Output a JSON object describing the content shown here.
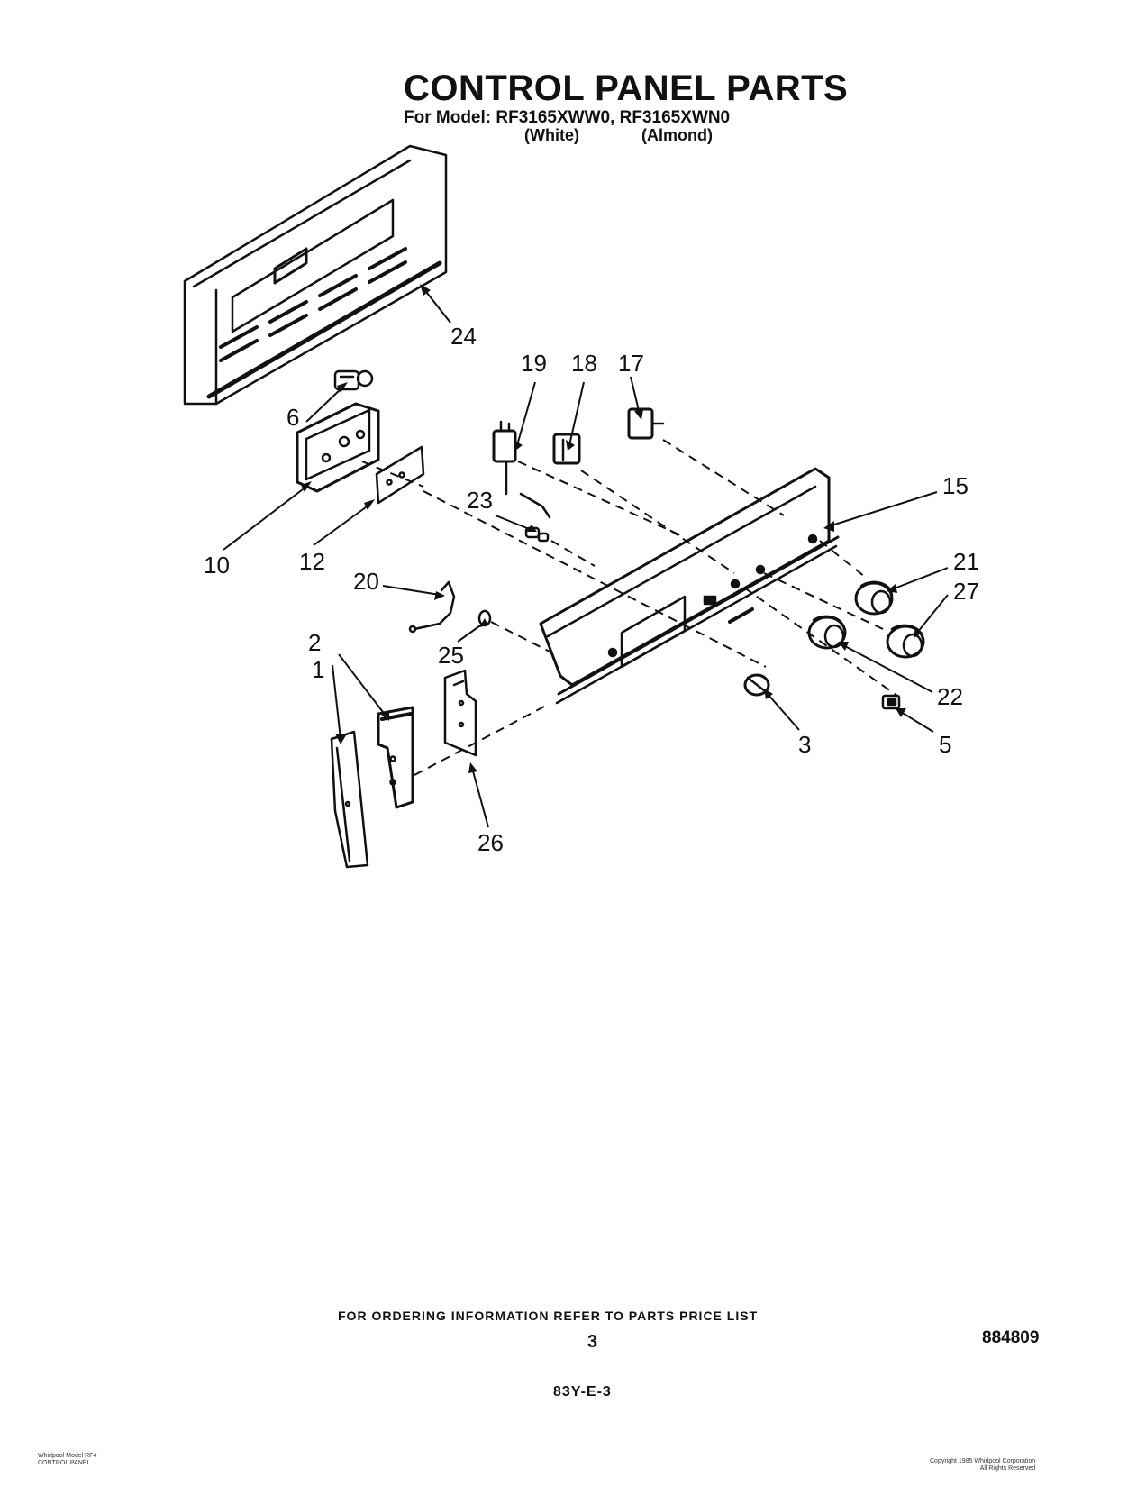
{
  "header": {
    "title": "CONTROL PANEL PARTS",
    "model_line": "For Model: RF3165XWW0, RF3165XWN0",
    "variant_white": "(White)",
    "variant_almond": "(Almond)"
  },
  "callouts": [
    "24",
    "6",
    "19",
    "18",
    "17",
    "10",
    "12",
    "23",
    "15",
    "20",
    "21",
    "27",
    "2",
    "1",
    "25",
    "22",
    "3",
    "5",
    "26"
  ],
  "footer": {
    "ordering_note": "FOR ORDERING INFORMATION REFER TO PARTS PRICE LIST",
    "page_number": "3",
    "doc_number": "884809",
    "stamp": "83Y-E-3",
    "fine_print_left": [
      "Whirlpool Model RF4",
      "CONTROL PANEL"
    ],
    "fine_print_right": [
      "Copyright 1985 Whirlpool Corporation",
      "All Rights Reserved"
    ]
  }
}
